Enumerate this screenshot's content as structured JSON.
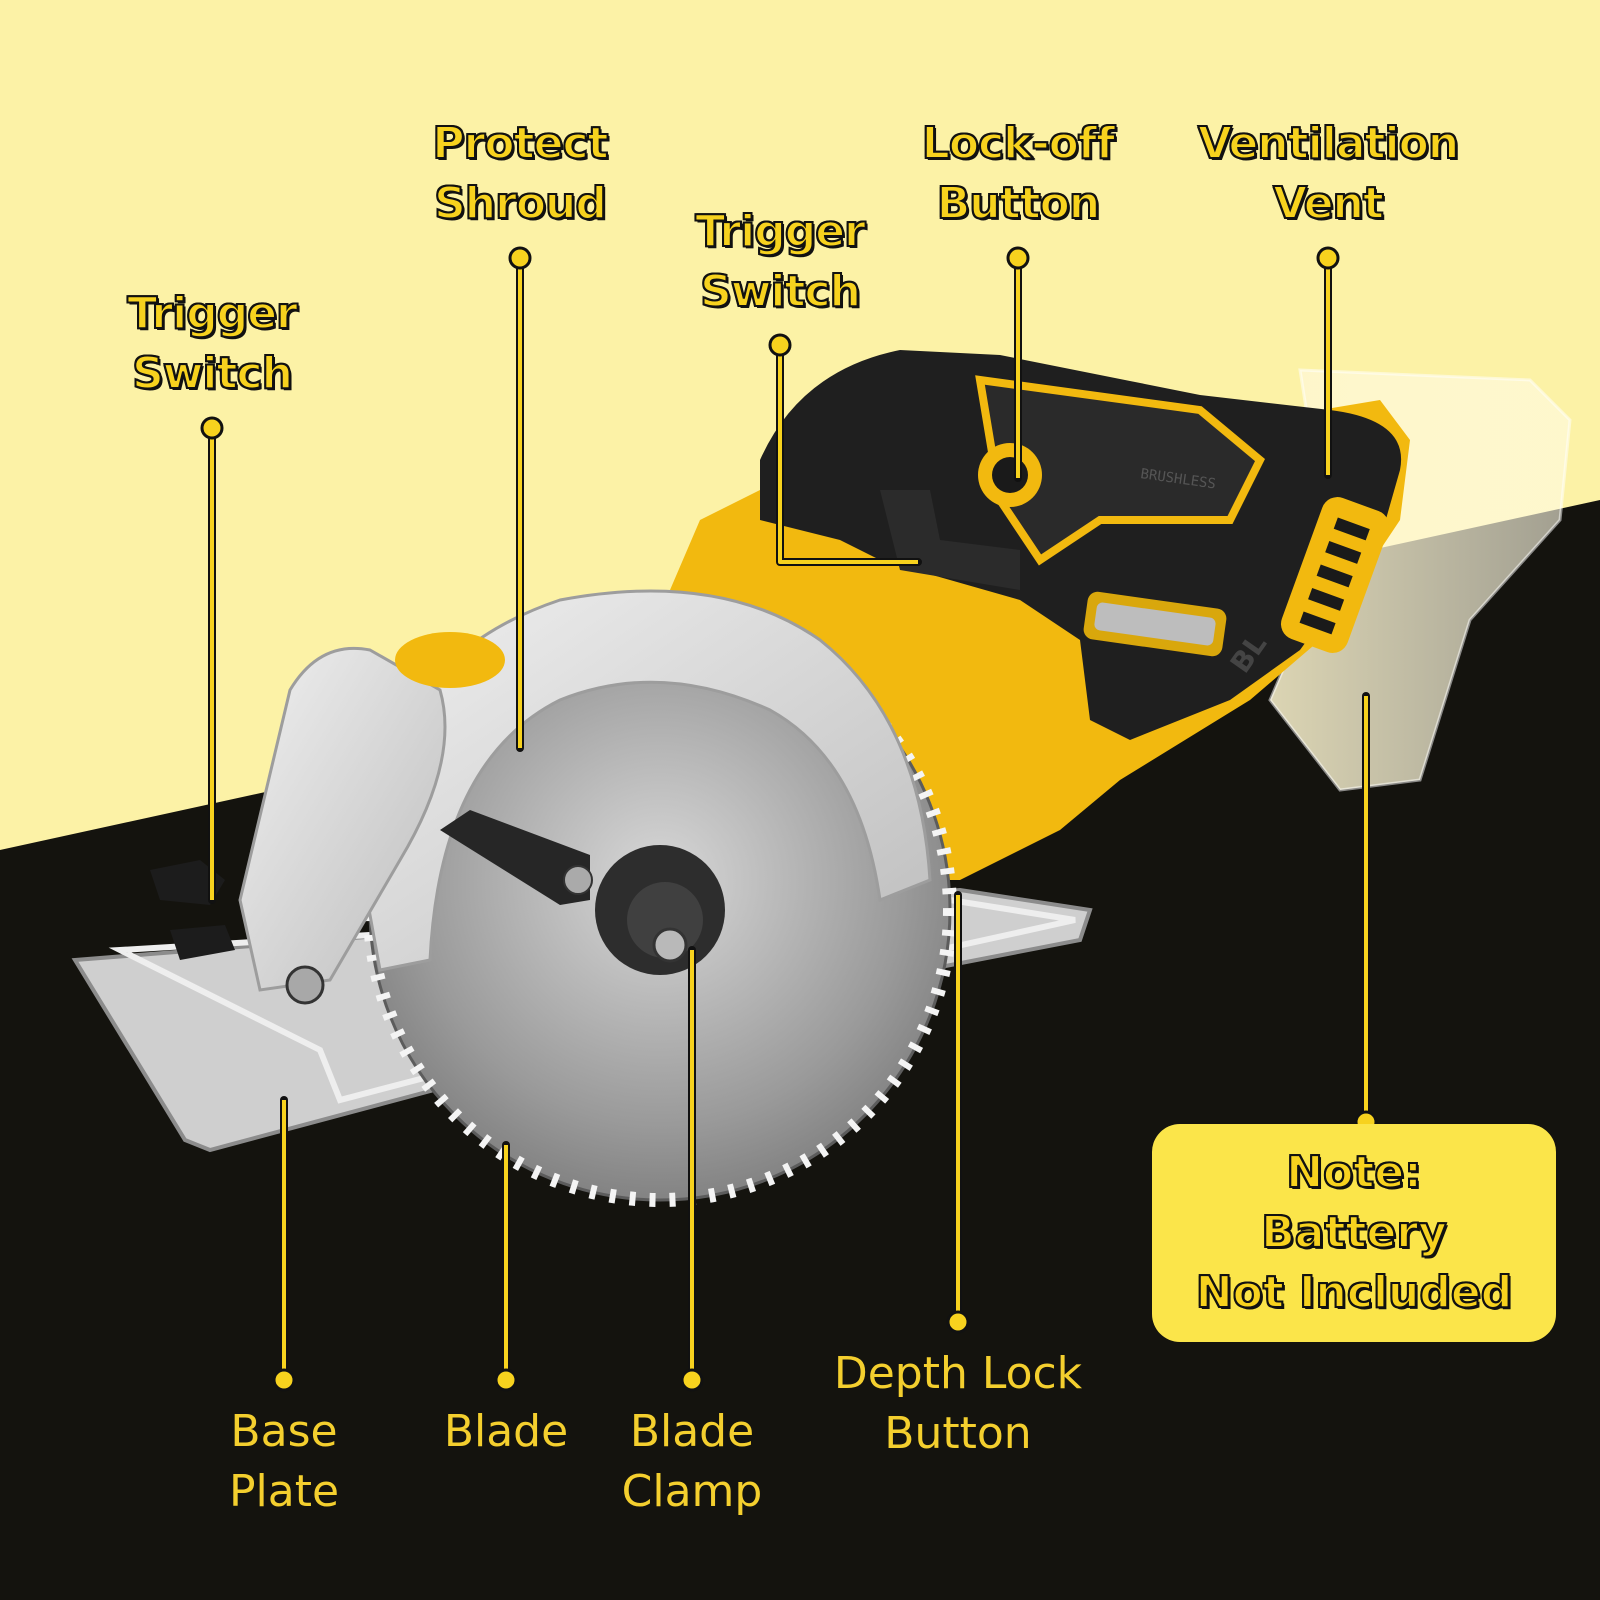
{
  "colors": {
    "background_light": "#fcf2a6",
    "background_dark": "#14130e",
    "label_yellow": "#f7d21e",
    "callout_line": "#f7d21e",
    "note_fill": "#fbe54a",
    "tool_yellow": "#f2b90f",
    "tool_black": "#1d1d1d",
    "guard_silver": "#dcdcdc"
  },
  "labels": {
    "trigger_switch_left": [
      "Trigger",
      "Switch"
    ],
    "protect_shroud": [
      "Protect",
      "Shroud"
    ],
    "trigger_switch_center": [
      "Trigger",
      "Switch"
    ],
    "lock_off_button": [
      "Lock-off",
      "Button"
    ],
    "ventilation_vent": [
      "Ventilation",
      "Vent"
    ],
    "base_plate": [
      "Base",
      "Plate"
    ],
    "blade": [
      "Blade"
    ],
    "blade_clamp": [
      "Blade",
      "Clamp"
    ],
    "depth_lock_button": [
      "Depth Lock",
      "Button"
    ]
  },
  "note": [
    "Note:",
    "Battery",
    "Not Included"
  ],
  "tool_markings": {
    "brushless": "BRUSHLESS",
    "bl": "BL"
  },
  "icons": {
    "callout_dot": "circle-dot-icon",
    "callout_line": "leader-line"
  }
}
